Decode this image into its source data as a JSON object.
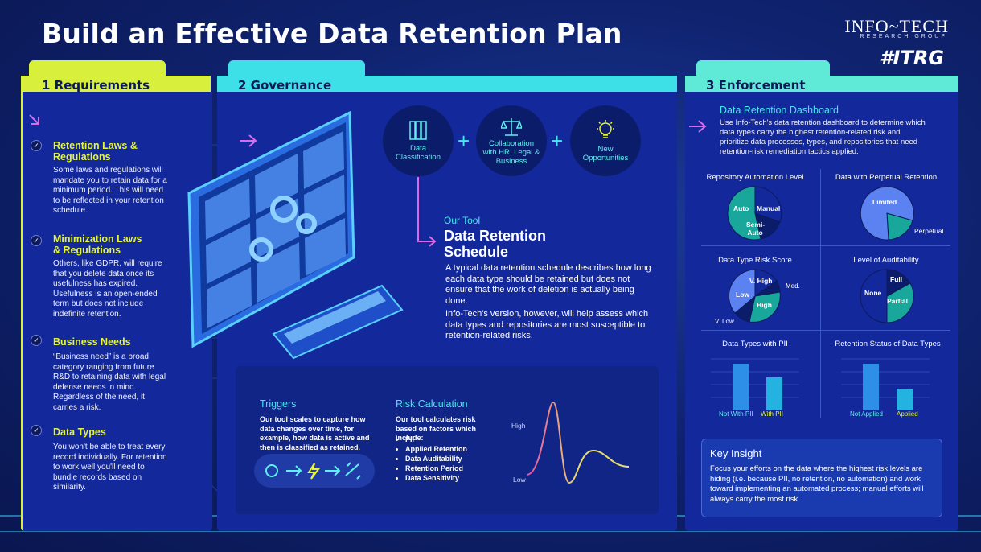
{
  "title": "Build an Effective Data Retention Plan",
  "logo": {
    "brand": "INFO~TECH",
    "sub": "RESEARCH GROUP",
    "tag": "#ITRG"
  },
  "colors": {
    "yellow": "#d8ef3c",
    "cyan": "#3ee0e8",
    "teal": "#18a79a",
    "navy": "#0b1d6a",
    "panel": "#13289a"
  },
  "requirements": {
    "tab": "1 Requirements",
    "items": [
      {
        "title": "Retention Laws & Regulations",
        "body": "Some laws and regulations will mandate you to retain data for a minimum period. This will need to be reflected in your retention schedule."
      },
      {
        "title": "Minimization Laws & Regulations",
        "body": "Others, like GDPR, will require that you delete data once its usefulness has expired. Usefulness is an open-ended term but does not include indefinite retention."
      },
      {
        "title": "Business Needs",
        "body": "“Business need” is a broad category ranging from future R&D to retaining data with legal defense needs in mind. Regardless of the need, it carries a risk."
      },
      {
        "title": "Data Types",
        "body": "You won't be able to treat every record individually. For retention to work well you'll need to bundle records based on similarity."
      }
    ]
  },
  "governance": {
    "tab": "2 Governance",
    "circles": [
      {
        "label": "Data Classification",
        "icon": "server-icon"
      },
      {
        "label": "Collaboration with HR, Legal & Business",
        "icon": "scale-icon"
      },
      {
        "label": "New Opportunities",
        "icon": "lightbulb-icon"
      }
    ],
    "tool_label": "Our Tool",
    "tool_title": "Data Retention Schedule",
    "tool_p1": "A typical data retention schedule describes how long each data type should be retained but does not ensure that the work of deletion is actually being done.",
    "tool_p2": "Info-Tech's version, however, will help assess which data types and repositories are most susceptible to retention-related risks.",
    "triggers": {
      "title": "Triggers",
      "body": "Our tool scales to capture how data changes over time, for example, how data is active and then is classified as retained."
    },
    "risk": {
      "title": "Risk Calculation",
      "body": "Our tool calculates risk based on factors which include:",
      "factors": [
        "PII",
        "Applied Retention",
        "Data Auditability",
        "Retention Period",
        "Data Sensitivity"
      ],
      "high": "High",
      "low": "Low"
    }
  },
  "enforcement": {
    "tab": "3 Enforcement",
    "dash_title": "Data Retention Dashboard",
    "dash_body": "Use Info-Tech's data retention dashboard to determine which data types carry the highest retention-related risk and prioritize data processes, types, and repositories that need retention-risk remediation tactics applied.",
    "charts": {
      "repo": {
        "title": "Repository Automation Level",
        "labels": [
          "Auto",
          "Manual",
          "Semi-Auto"
        ]
      },
      "perpetual": {
        "title": "Data with Perpetual Retention",
        "labels": [
          "Limited",
          "Perpetual"
        ]
      },
      "risk": {
        "title": "Data Type Risk Score",
        "labels": [
          "V. High",
          "Med.",
          "Low",
          "High",
          "V. Low"
        ]
      },
      "audit": {
        "title": "Level of Auditability",
        "labels": [
          "Full",
          "None",
          "Partial"
        ]
      },
      "pii": {
        "title": "Data Types with PII",
        "labels": [
          "Not With PII",
          "With PII"
        ],
        "values": [
          0.78,
          0.56
        ]
      },
      "status": {
        "title": "Retention Status of Data Types",
        "labels": [
          "Not Applied",
          "Applied"
        ],
        "values": [
          0.78,
          0.36
        ]
      }
    },
    "insight": {
      "title": "Key Insight",
      "body": "Focus your efforts on the data where the highest risk levels are hiding (i.e. because PII, no retention, no automation) and work toward implementing an automated process; manual efforts will always carry the most risk."
    }
  }
}
